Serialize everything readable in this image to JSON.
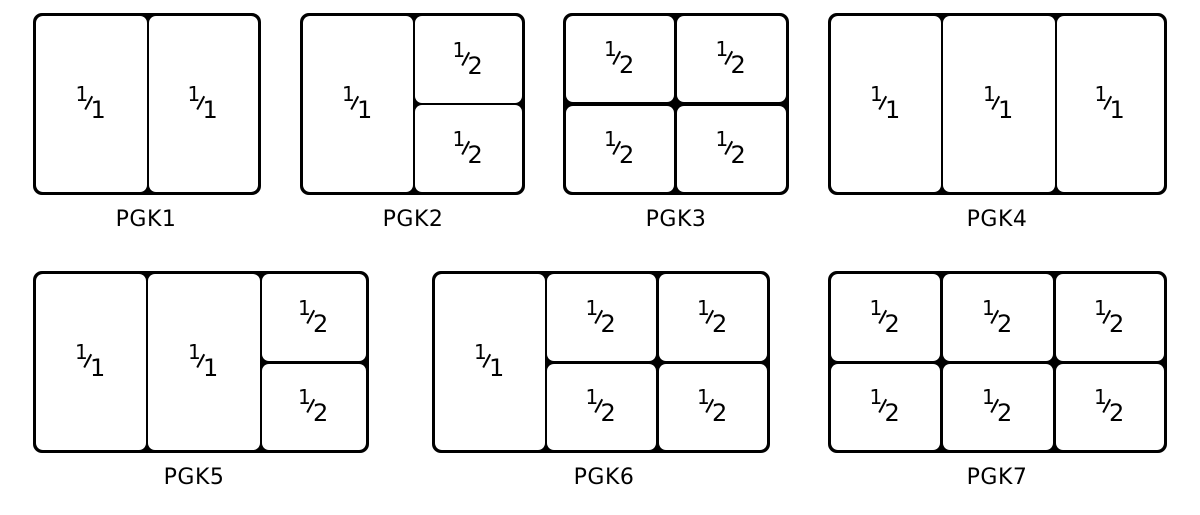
{
  "layouts": [
    {
      "label": "PGK1",
      "cells": [
        {
          "num": "1",
          "den": "1"
        },
        {
          "num": "1",
          "den": "1"
        }
      ]
    },
    {
      "label": "PGK2",
      "cells": [
        {
          "num": "1",
          "den": "1"
        },
        {
          "num": "1",
          "den": "2"
        },
        {
          "num": "1",
          "den": "2"
        }
      ]
    },
    {
      "label": "PGK3",
      "cells": [
        {
          "num": "1",
          "den": "2"
        },
        {
          "num": "1",
          "den": "2"
        },
        {
          "num": "1",
          "den": "2"
        },
        {
          "num": "1",
          "den": "2"
        }
      ]
    },
    {
      "label": "PGK4",
      "cells": [
        {
          "num": "1",
          "den": "1"
        },
        {
          "num": "1",
          "den": "1"
        },
        {
          "num": "1",
          "den": "1"
        }
      ]
    },
    {
      "label": "PGK5",
      "cells": [
        {
          "num": "1",
          "den": "1"
        },
        {
          "num": "1",
          "den": "1"
        },
        {
          "num": "1",
          "den": "2"
        },
        {
          "num": "1",
          "den": "2"
        }
      ]
    },
    {
      "label": "PGK6",
      "cells": [
        {
          "num": "1",
          "den": "1"
        },
        {
          "num": "1",
          "den": "2"
        },
        {
          "num": "1",
          "den": "2"
        },
        {
          "num": "1",
          "den": "2"
        },
        {
          "num": "1",
          "den": "2"
        }
      ]
    },
    {
      "label": "PGK7",
      "cells": [
        {
          "num": "1",
          "den": "2"
        },
        {
          "num": "1",
          "den": "2"
        },
        {
          "num": "1",
          "den": "2"
        },
        {
          "num": "1",
          "den": "2"
        },
        {
          "num": "1",
          "den": "2"
        },
        {
          "num": "1",
          "den": "2"
        }
      ]
    }
  ]
}
